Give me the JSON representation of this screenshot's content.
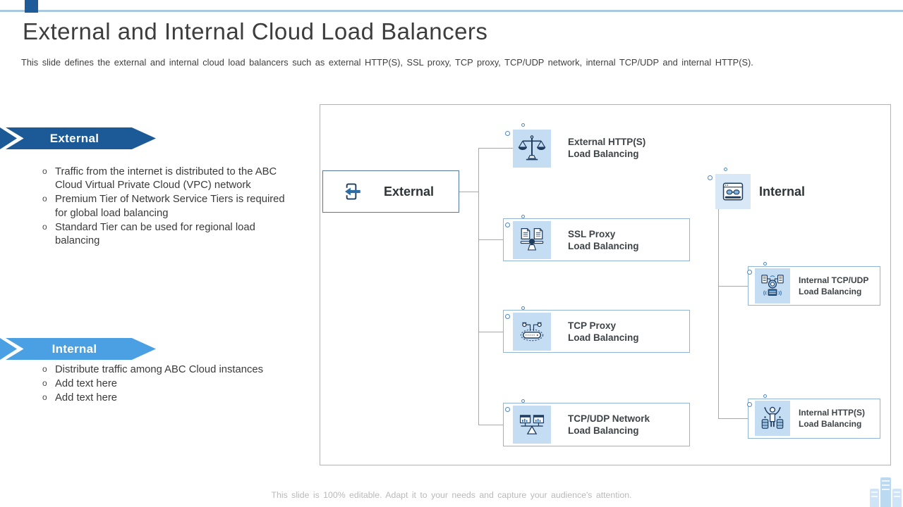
{
  "slide": {
    "title": "External and Internal Cloud Load Balancers",
    "subtitle": "This slide defines the external and internal cloud load balancers such as external HTTP(S), SSL proxy, TCP proxy, TCP/UDP network, internal TCP/UDP and internal HTTP(S).",
    "footer_note": "This slide is 100% editable. Adapt it to your needs and capture your audience's attention."
  },
  "left_panel": {
    "sections": [
      {
        "label": "External",
        "banner_color": "#1c5a97",
        "bullets": [
          "Traffic from the internet is distributed to the ABC Cloud Virtual Private Cloud (VPC) network",
          "Premium Tier of Network Service Tiers is required for global load balancing",
          "Standard Tier can be used for regional load balancing"
        ]
      },
      {
        "label": "Internal",
        "banner_color": "#4ba0e4",
        "bullets": [
          "Distribute traffic among ABC Cloud instances",
          "Add text here",
          "Add text here"
        ]
      }
    ]
  },
  "diagram": {
    "external_node": {
      "label": "External",
      "icon": "login-arrow-icon"
    },
    "internal_node": {
      "label": "Internal",
      "icon": "window-link-icon"
    },
    "external_items": [
      {
        "line1": "External HTTP(S)",
        "line2": "Load Balancing",
        "icon": "balance-scale-icon"
      },
      {
        "line1": "SSL Proxy",
        "line2": "Load Balancing",
        "icon": "documents-balance-icon"
      },
      {
        "line1": "TCP Proxy",
        "line2": "Load Balancing",
        "icon": "router-network-icon"
      },
      {
        "line1": "TCP/UDP Network",
        "line2": "Load Balancing",
        "icon": "monitors-balance-icon"
      }
    ],
    "internal_items": [
      {
        "line1": "Internal TCP/UDP",
        "line2": "Load Balancing",
        "icon": "server-hub-icon"
      },
      {
        "line1": "Internal HTTP(S)",
        "line2": "Load Balancing",
        "icon": "person-databases-icon"
      }
    ]
  },
  "colors": {
    "accent_dark_blue": "#1c5a97",
    "accent_light_blue": "#4ba0e4",
    "icon_tile_blue": "#c5ddf2",
    "connector_gray": "#a8a8a8",
    "frame_gray": "#b3b3b3",
    "item_border_blue": "#8fb6d4",
    "footer_gray": "#b9b9b9"
  }
}
